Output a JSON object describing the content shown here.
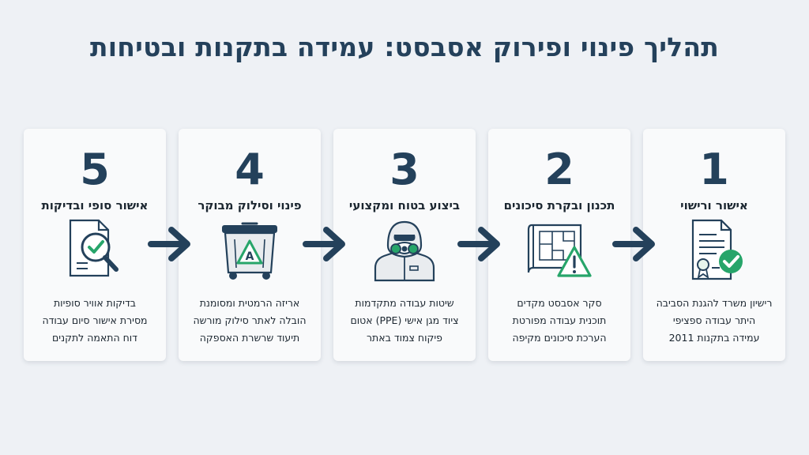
{
  "title": "תהליך פינוי ופירוק אסבסט: עמידה בתקנות ובטיחות",
  "colors": {
    "navy": "#24415b",
    "green": "#27a56a",
    "light_green": "#e6f5ec",
    "card": "#f9fafb",
    "background": "#eef1f5"
  },
  "steps": [
    {
      "number": "1",
      "heading": "אישור ורישוי",
      "icon": "certificate-check-icon",
      "lines": [
        "רישיון משרד להגנת הסביבה",
        "היתר עבודה ספציפי",
        "עמידה בתקנות 2011"
      ]
    },
    {
      "number": "2",
      "heading": "תכנון ובקרת סיכונים",
      "icon": "blueprint-warning-icon",
      "lines": [
        "סקר אסבסט מקדים",
        "תוכנית עבודה מפורטת",
        "הערכת סיכונים מקיפה"
      ]
    },
    {
      "number": "3",
      "heading": "ביצוע בטוח ומקצועי",
      "icon": "protective-suit-respirator-icon",
      "lines": [
        "שיטות עבודה מתקדמות",
        "ציוד מגן אישי (PPE) אטום",
        "פיקוח צמוד באתר"
      ]
    },
    {
      "number": "4",
      "heading": "פינוי וסילוק מבוקר",
      "icon": "hazardous-waste-container-icon",
      "container_label": "A",
      "lines": [
        "אריזה הרמטית ומסומנת",
        "הובלה לאתר סילוק מורשה",
        "תיעוד שרשרת האספקה"
      ]
    },
    {
      "number": "5",
      "heading": "אישור סופי ובדיקות",
      "icon": "document-magnifier-check-icon",
      "lines": [
        "בדיקות אוויר סופיות",
        "מסירת אישור סיום עבודה",
        "דוח התאמה לתקנים"
      ]
    }
  ]
}
